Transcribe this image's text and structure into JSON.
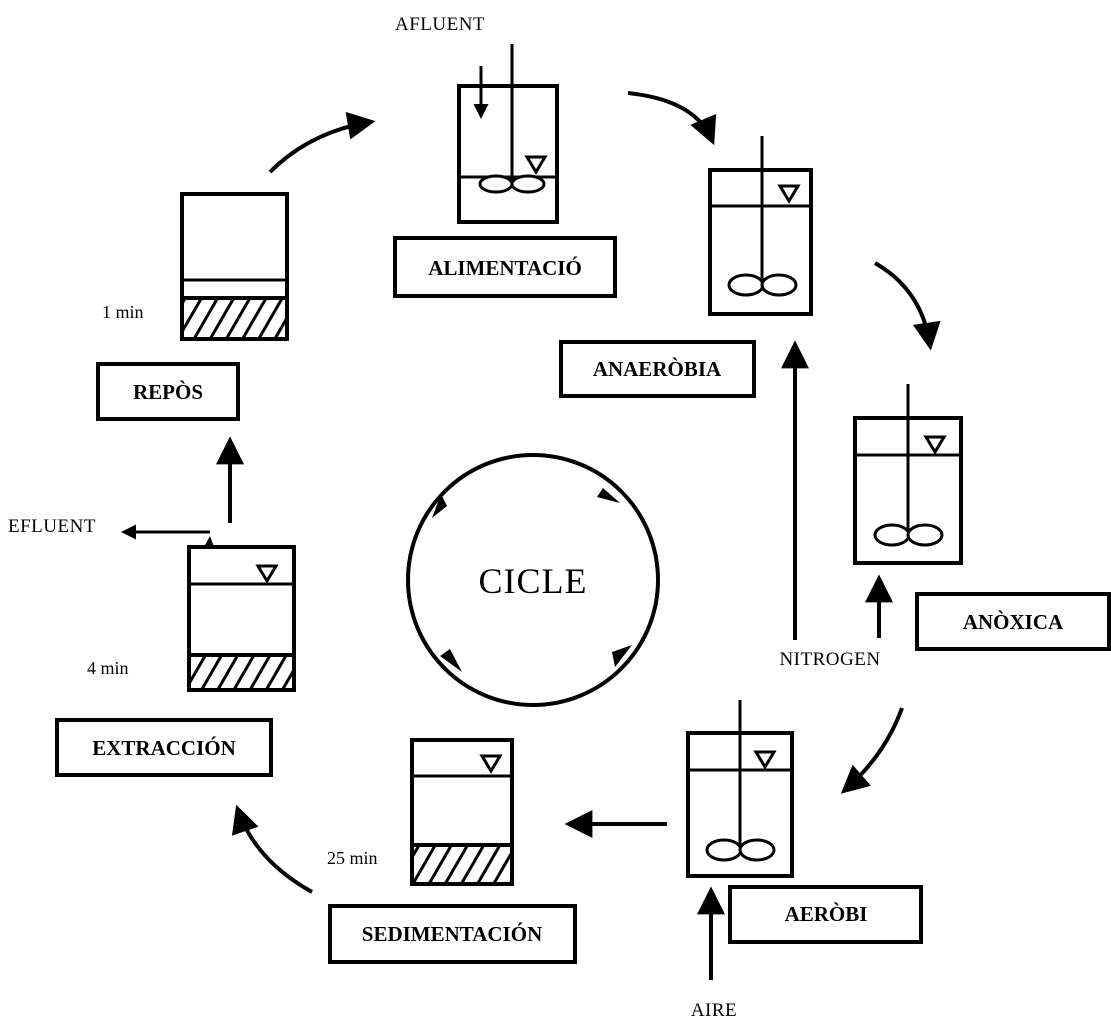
{
  "center": {
    "label": "CICLE"
  },
  "stages": {
    "alimentacio": "ALIMENTACIÓ",
    "anaerobia": "ANAERÒBIA",
    "anoxica": "ANÒXICA",
    "aerobi": "AERÒBI",
    "sedimentacion": "SEDIMENTACIÓN",
    "extraccion": "EXTRACCIÓN",
    "repos": "REPÒS"
  },
  "streams": {
    "afluent": "AFLUENT",
    "efluent": "EFLUENT",
    "nitrogen": "NITROGEN",
    "aire": "AIRE"
  },
  "durations": {
    "repos": "1 min",
    "extraccion": "4 min",
    "sedimentacion": "25 min"
  }
}
